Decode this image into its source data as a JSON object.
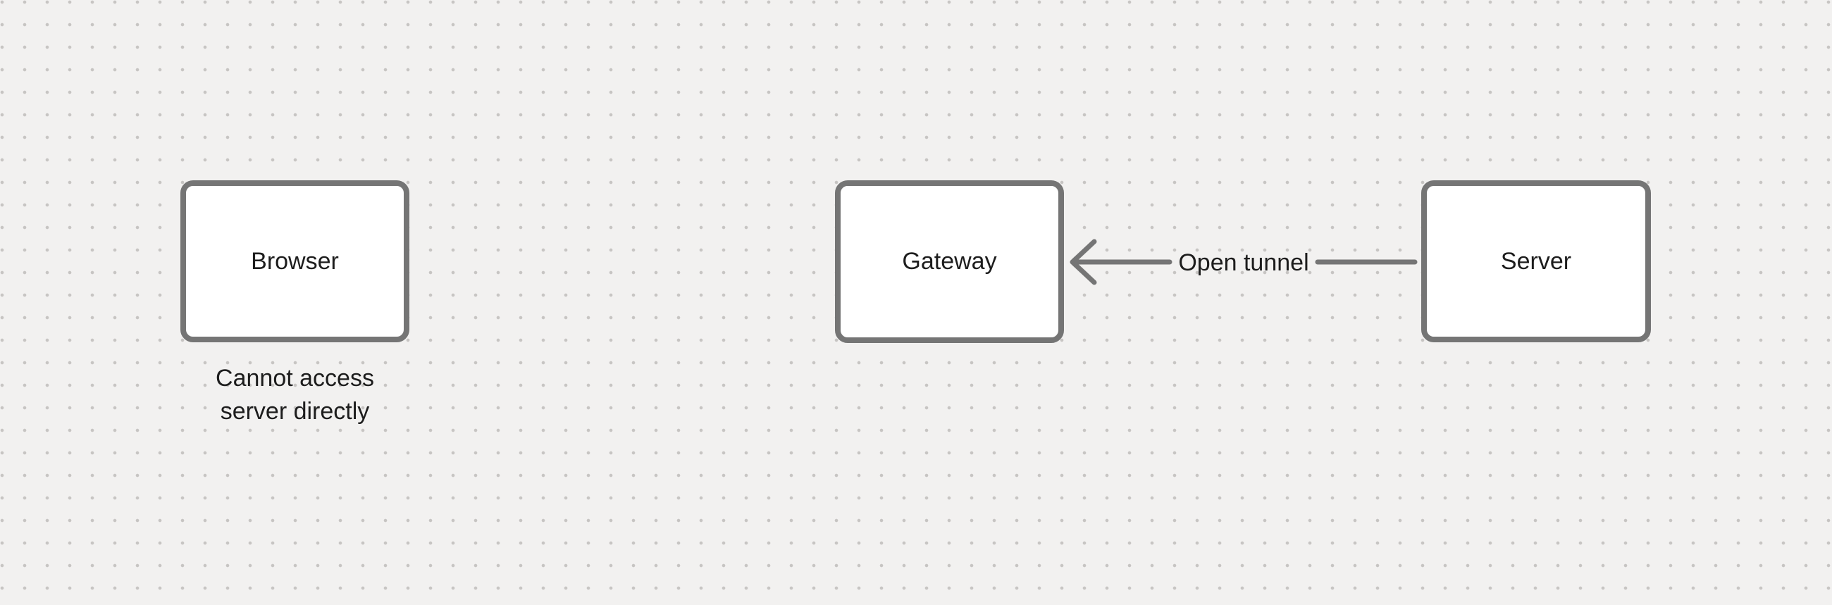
{
  "colors": {
    "canvas_bg": "#F2F1F0",
    "grid_dot": "#C7C5C3",
    "shape_stroke": "#757575",
    "shape_fill": "#FFFFFF",
    "text": "#1D1D1D"
  },
  "diagram": {
    "nodes": {
      "browser": {
        "label": "Browser"
      },
      "gateway": {
        "label": "Gateway"
      },
      "server": {
        "label": "Server"
      }
    },
    "edge": {
      "label": "Open tunnel",
      "from": "server",
      "to": "gateway",
      "direction": "right-to-left"
    },
    "note": {
      "line1": "Cannot access",
      "line2": "server directly"
    }
  }
}
